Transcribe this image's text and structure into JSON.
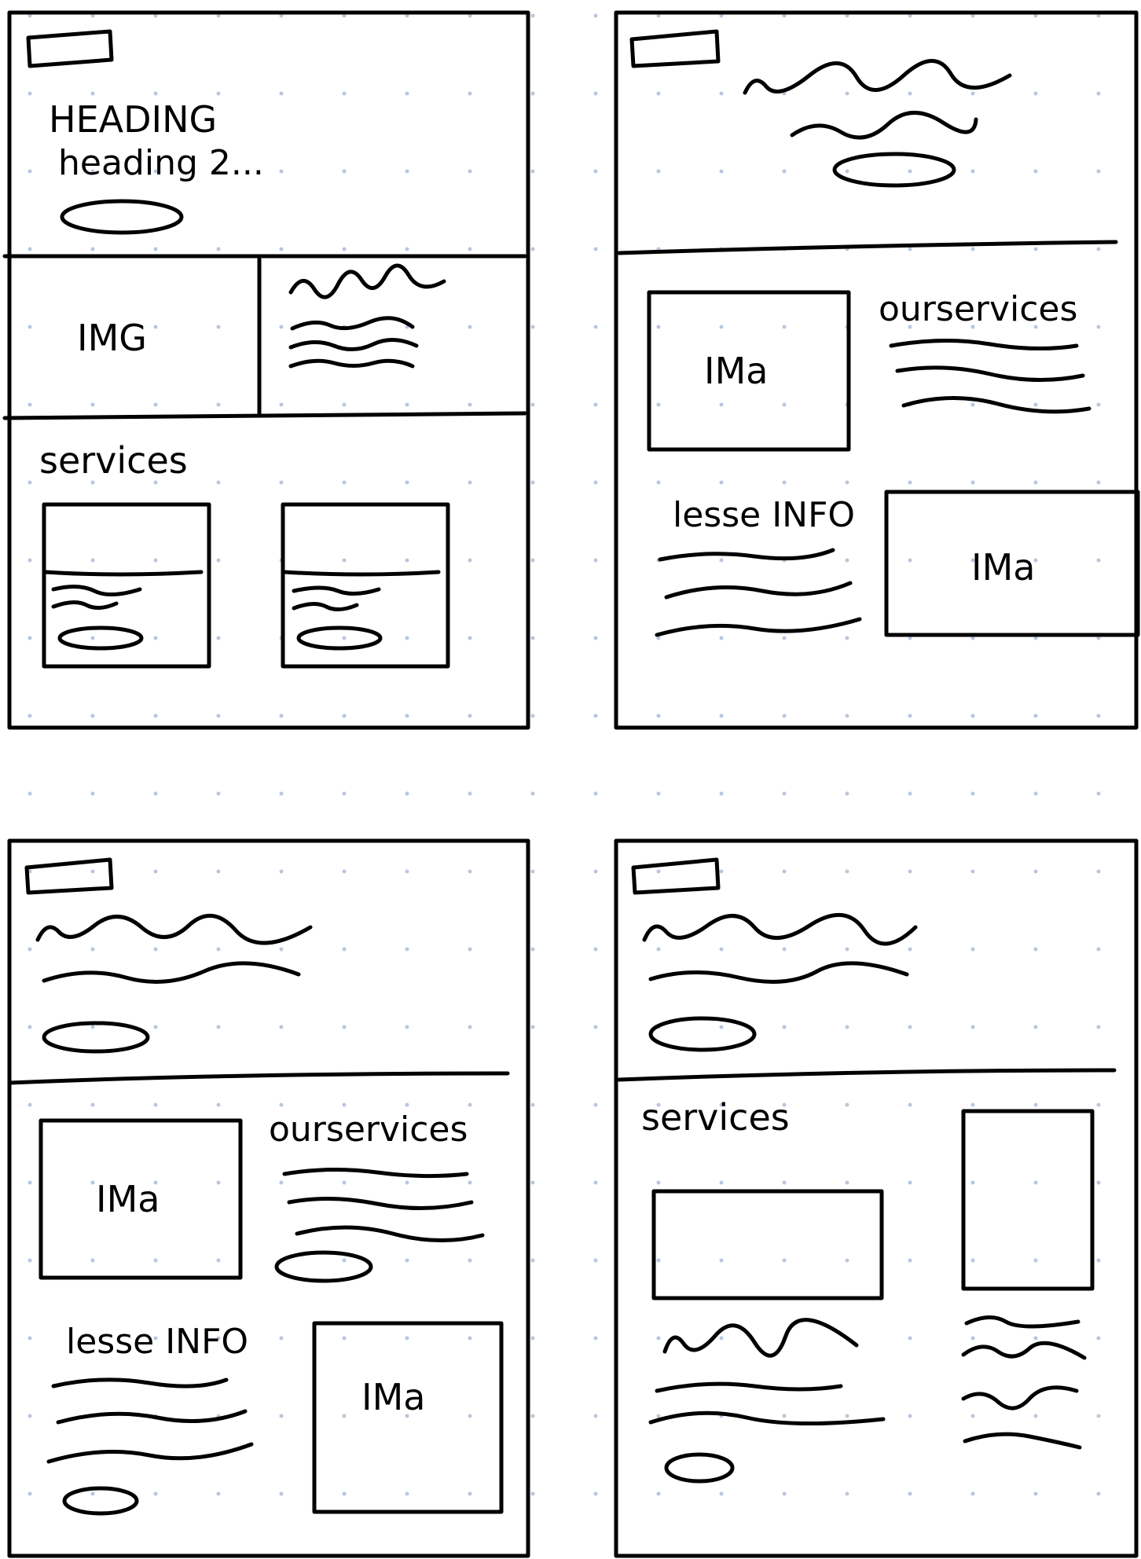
{
  "labels": {
    "heading": "HEADING",
    "heading2": "heading 2...",
    "img": "IMG",
    "services": "services",
    "img_alt": "IMa",
    "our_services": "ourservices",
    "lesse_info": "lesse INFO",
    "services_alt": "services"
  },
  "colors": {
    "ink": "#000000",
    "dot": "#b8c7dc",
    "background": "#ffffff"
  }
}
